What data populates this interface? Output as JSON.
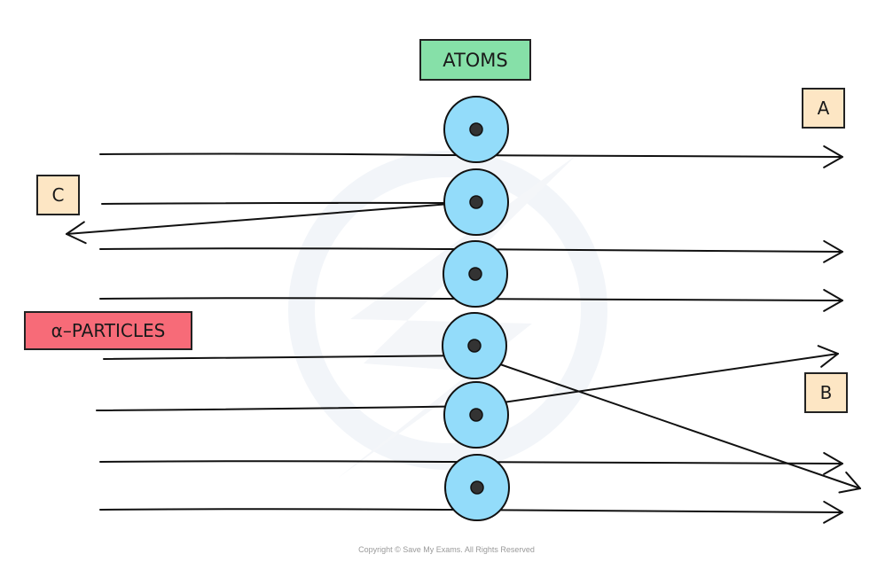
{
  "diagram": {
    "title_label": "ATOMS",
    "beam_label": "α–PARTICLES",
    "outcome_labels": {
      "A": "A",
      "B": "B",
      "C": "C"
    },
    "copyright": "Copyright © Save My Exams. All Rights Reserved",
    "colors": {
      "atoms_label_fill": "#86e0a8",
      "alpha_label_fill": "#f76b78",
      "outcome_label_fill": "#fde6c4",
      "atom_fill": "#93dcfa",
      "nucleus_fill": "#333333",
      "stroke": "#111111",
      "watermark": "#f3f6fa"
    },
    "atoms": [
      {
        "id": 1,
        "has_nucleus": true
      },
      {
        "id": 2,
        "has_nucleus": true
      },
      {
        "id": 3,
        "has_nucleus": true
      },
      {
        "id": 4,
        "has_nucleus": true
      },
      {
        "id": 5,
        "has_nucleus": true
      },
      {
        "id": 6,
        "has_nucleus": true
      }
    ],
    "trajectories": [
      {
        "id": 1,
        "outcome": "passes straight through",
        "label": "A"
      },
      {
        "id": 2,
        "outcome": "reflected back",
        "label": "C"
      },
      {
        "id": 3,
        "outcome": "passes straight through"
      },
      {
        "id": 4,
        "outcome": "passes straight through"
      },
      {
        "id": 5,
        "outcome": "deflected downward",
        "label": "B"
      },
      {
        "id": 6,
        "outcome": "deflected upward",
        "label": "B"
      },
      {
        "id": 7,
        "outcome": "passes straight through"
      },
      {
        "id": 8,
        "outcome": "passes straight through"
      }
    ]
  }
}
